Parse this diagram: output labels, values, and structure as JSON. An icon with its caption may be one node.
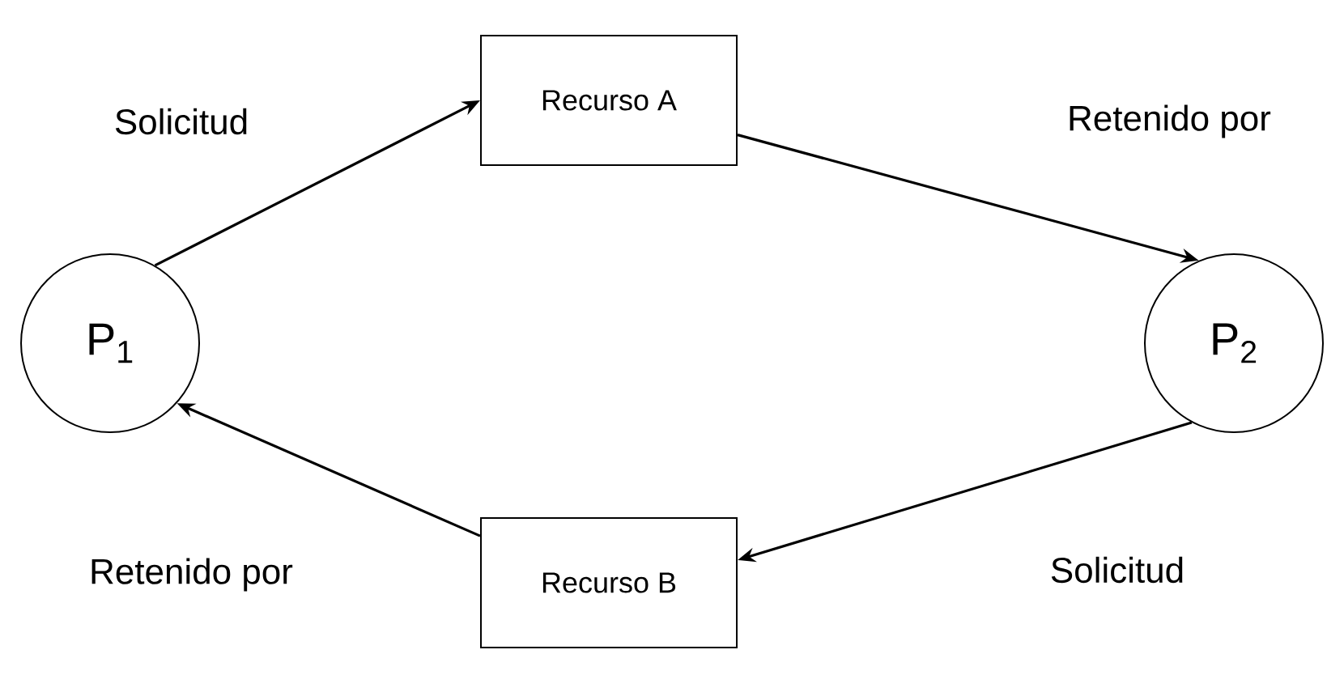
{
  "diagram": {
    "nodes": [
      {
        "text": [
          "P$_{1}$"
        ]
      },
      {
        "text": [
          "Recurso A"
        ]
      },
      {
        "text": [
          "P$_{2}$"
        ]
      },
      {
        "text": [
          "Recurso B"
        ]
      }
    ],
    "edges": [
      {
        "from": 0,
        "to": 1,
        "arrow": "to",
        "label": "Solicitud"
      },
      {
        "from": 1,
        "to": 2,
        "arrow": "to",
        "label": "Retenido por"
      },
      {
        "from": 2,
        "to": 3,
        "arrow": "to",
        "label": "Solicitud"
      },
      {
        "from": 3,
        "to": 0,
        "arrow": "to",
        "label": "Retenido por"
      }
    ]
  }
}
